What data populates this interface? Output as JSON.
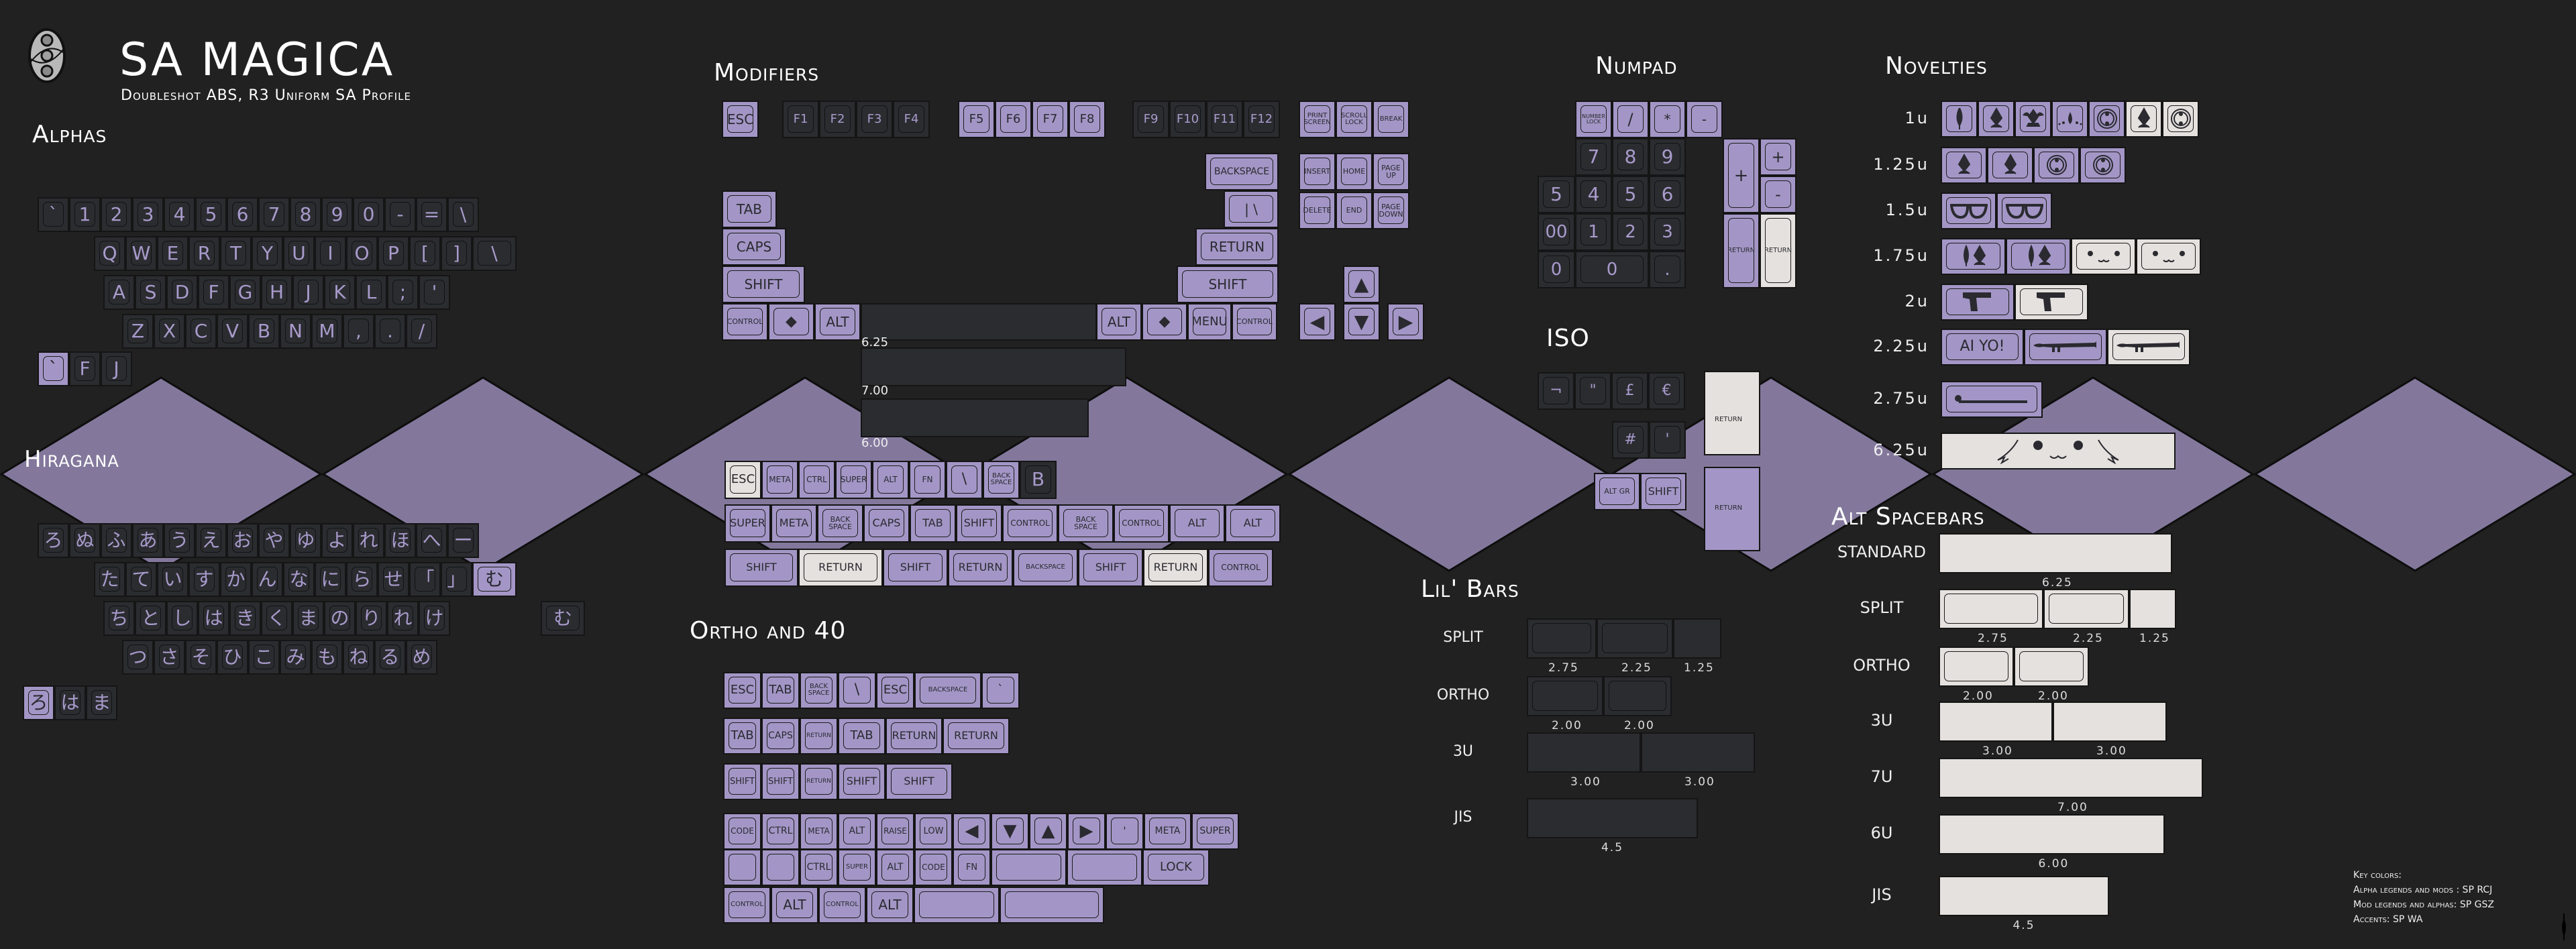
{
  "header": {
    "title": "SA MAGICA",
    "subtitle": "Doubleshot ABS, R3 Uniform SA Profile",
    "logo_icon": "soul-gem-emblem-icon"
  },
  "colors": {
    "background": "#212121",
    "dark_key": "#2b2c30",
    "lavender_key": "#a396c6",
    "white_key": "#e5e1de",
    "diamond": "#83789c",
    "dark_legend": "#a99bcc",
    "light_legend": "#2a2a30"
  },
  "sections": {
    "alphas": "Alphas",
    "hiragana": "Hiragana",
    "modifiers": "Modifiers",
    "ortho": "Ortho and 40",
    "numpad": "Numpad",
    "iso": "ISO",
    "novelties": "Novelties",
    "lil_bars": "Lil' Bars",
    "alt_spacebars": "Alt Spacebars"
  },
  "alphas": {
    "row1": [
      "`",
      "1",
      "2",
      "3",
      "4",
      "5",
      "6",
      "7",
      "8",
      "9",
      "0",
      "-",
      "=",
      "\\"
    ],
    "row2": [
      "Q",
      "W",
      "E",
      "R",
      "T",
      "Y",
      "U",
      "I",
      "O",
      "P",
      "[",
      "]",
      "\\"
    ],
    "row3": [
      "A",
      "S",
      "D",
      "F",
      "G",
      "H",
      "J",
      "K",
      "L",
      ";",
      "'"
    ],
    "row4": [
      "Z",
      "X",
      "C",
      "V",
      "B",
      "N",
      "M",
      ",",
      ".",
      "/"
    ],
    "extras": [
      "`",
      "F",
      "J"
    ]
  },
  "hiragana": {
    "row1": [
      "ろ",
      "ぬ",
      "ふ",
      "あ",
      "う",
      "え",
      "お",
      "や",
      "ゆ",
      "よ",
      "れ",
      "ほ",
      "へ",
      "ー"
    ],
    "row2": [
      "た",
      "て",
      "い",
      "す",
      "か",
      "ん",
      "な",
      "に",
      "ら",
      "せ",
      "「",
      "」",
      "む"
    ],
    "row3": [
      "ち",
      "と",
      "し",
      "は",
      "き",
      "く",
      "ま",
      "の",
      "り",
      "れ",
      "け"
    ],
    "row3_extra": "む",
    "row4": [
      "つ",
      "さ",
      "そ",
      "ひ",
      "こ",
      "み",
      "も",
      "ね",
      "る",
      "め"
    ],
    "extras": [
      "ろ",
      "は",
      "ま"
    ]
  },
  "modifiers": {
    "esc": "ESC",
    "f_group1": [
      "F1",
      "F2",
      "F3",
      "F4"
    ],
    "f_group2": [
      "F5",
      "F6",
      "F7",
      "F8"
    ],
    "f_group3": [
      "F9",
      "F10",
      "F11",
      "F12"
    ],
    "nav_top": [
      "PRINT SCREEN",
      "SCROLL LOCK",
      "BREAK"
    ],
    "nav_mid": [
      "INSERT",
      "HOME",
      "PAGE UP"
    ],
    "nav_bot": [
      "DELETE",
      "END",
      "PAGE DOWN"
    ],
    "left": [
      "TAB",
      "CAPS",
      "SHIFT"
    ],
    "right": [
      "BACKSPACE",
      "| \\",
      "RETURN",
      "SHIFT"
    ],
    "bottom_left": [
      "CONTROL",
      "◆",
      "ALT"
    ],
    "bottom_right": [
      "ALT",
      "◆",
      "MENU",
      "CONTROL"
    ],
    "arrows": [
      "▲",
      "◀",
      "▼",
      "▶"
    ],
    "spacebar_sizes": [
      "6.25",
      "7.00",
      "6.00"
    ],
    "extra_row1": [
      "ESC",
      "META",
      "CTRL",
      "SUPER",
      "ALT",
      "FN",
      "\\",
      "BACK SPACE",
      "B"
    ],
    "extra_row2": [
      "SUPER",
      "META",
      "BACK SPACE",
      "CAPS",
      "TAB",
      "SHIFT",
      "CONTROL",
      "BACK SPACE",
      "CONTROL",
      "ALT",
      "ALT"
    ],
    "extra_row3": [
      "SHIFT",
      "RETURN",
      "SHIFT",
      "RETURN",
      "BACKSPACE",
      "SHIFT",
      "RETURN",
      "CONTROL"
    ]
  },
  "ortho": {
    "row1": [
      "ESC",
      "TAB",
      "BACK SPACE",
      "\\",
      "ESC",
      "BACKSPACE",
      "`"
    ],
    "row2": [
      "TAB",
      "CAPS",
      "RETURN",
      "TAB",
      "RETURN",
      "RETURN"
    ],
    "row3": [
      "SHIFT",
      "SHIFT",
      "RETURN",
      "SHIFT",
      "SHIFT"
    ],
    "row4": [
      "CODE",
      "CTRL",
      "META",
      "ALT",
      "RAISE",
      "LOW",
      "◀",
      "▼",
      "▲",
      "▶",
      "'",
      "META",
      "SUPER"
    ],
    "row5": [
      "",
      "",
      "CTRL",
      "SUPER",
      "ALT",
      "CODE",
      "FN",
      "",
      "",
      "LOCK"
    ],
    "row6": [
      "CONTROL",
      "ALT",
      "CONTROL",
      "ALT",
      "",
      ""
    ]
  },
  "numpad": {
    "row1": [
      "NUMBER LOCK",
      "/",
      "*",
      "-"
    ],
    "row2": [
      "7",
      "8",
      "9"
    ],
    "row3": [
      "5",
      "4",
      "5",
      "6"
    ],
    "row4": [
      "00",
      "1",
      "2",
      "3"
    ],
    "row5": [
      "0",
      "0",
      "."
    ],
    "plus_tall": "+",
    "plus": "+",
    "minus": "-",
    "return_lav": "RETURN",
    "return_wht": "RETURN"
  },
  "iso": {
    "row1": [
      "¬",
      "\"",
      "£",
      "€"
    ],
    "row2": [
      "#",
      "'"
    ],
    "row3": [
      "ALT GR",
      "SHIFT"
    ],
    "return_white": "RETURN",
    "return_lav": "RETURN"
  },
  "novelties": {
    "rows": [
      {
        "label": "1u",
        "icons": [
          "wand-icon",
          "soul-gem-icon",
          "crown-gem-icon",
          "drops-icon",
          "emblem-icon",
          "soul-gem-icon",
          "emblem-icon"
        ]
      },
      {
        "label": "1.25u",
        "icons": [
          "soul-gem-icon",
          "soul-gem-icon",
          "emblem-icon",
          "emblem-icon"
        ]
      },
      {
        "label": "1.5u",
        "icons": [
          "glasses-icon",
          "glasses-icon"
        ]
      },
      {
        "label": "1.75u",
        "icons": [
          "gem-pair-icon",
          "gem-pair-icon",
          "kyubey-face-icon",
          "kyubey-face-icon"
        ]
      },
      {
        "label": "2u",
        "icons": [
          "pistol-icon",
          "pistol-icon"
        ]
      },
      {
        "label": "2.25u",
        "texts": [
          "AI YO!"
        ],
        "icons": [
          "rpg-icon",
          "rpg-icon"
        ]
      },
      {
        "label": "2.75u",
        "icons": [
          "golf-club-icon"
        ]
      },
      {
        "label": "6.25u",
        "icons": [
          "kyubey-full-face-icon"
        ]
      }
    ],
    "aiyo": "AI YO!"
  },
  "lil_bars": {
    "rows": [
      {
        "label": "SPLIT",
        "sizes": [
          "2.75",
          "2.25",
          "1.25"
        ]
      },
      {
        "label": "ORTHO",
        "sizes": [
          "2.00",
          "2.00"
        ]
      },
      {
        "label": "3U",
        "sizes": [
          "3.00",
          "3.00"
        ]
      },
      {
        "label": "JIS",
        "sizes": [
          "4.5"
        ]
      }
    ]
  },
  "alt_spacebars": {
    "rows": [
      {
        "label": "STANDARD",
        "sizes": [
          "6.25"
        ]
      },
      {
        "label": "SPLIT",
        "sizes": [
          "2.75",
          "2.25",
          "1.25"
        ]
      },
      {
        "label": "ORTHO",
        "sizes": [
          "2.00",
          "2.00"
        ]
      },
      {
        "label": "3U",
        "sizes": [
          "3.00",
          "3.00"
        ]
      },
      {
        "label": "7U",
        "sizes": [
          "7.00"
        ]
      },
      {
        "label": "6U",
        "sizes": [
          "6.00"
        ]
      },
      {
        "label": "JIS",
        "sizes": [
          "4.5"
        ]
      }
    ]
  },
  "key_colors": {
    "title": "Key colors:",
    "line1": "Alpha legends and mods : SP RCJ",
    "line2": "Mod legends and alphas: SP GSZ",
    "line3": "Accents: SP WA"
  }
}
